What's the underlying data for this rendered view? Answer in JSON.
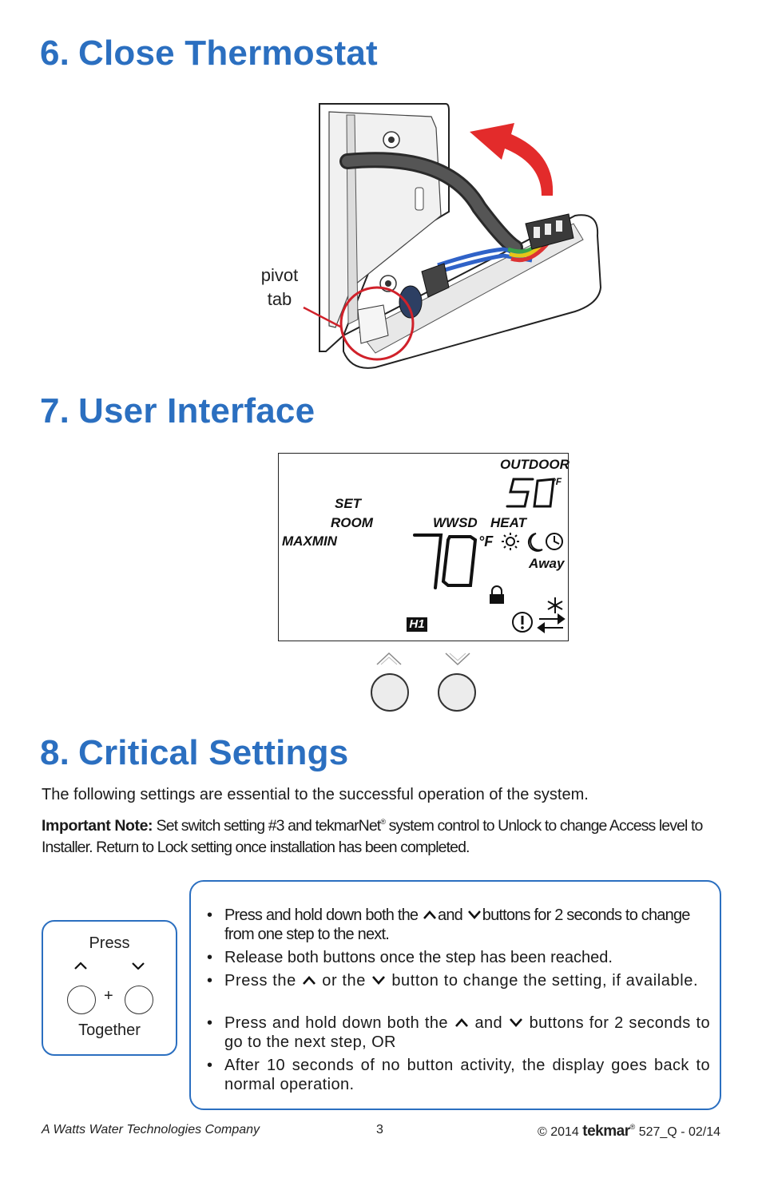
{
  "section6": {
    "number": "6.",
    "title": "Close Thermostat",
    "pivot_label_line1": "pivot",
    "pivot_label_line2": "tab"
  },
  "section7": {
    "number": "7.",
    "title": "User Interface"
  },
  "lcd": {
    "outdoor_label": "OUTDOOR",
    "outdoor_value": "50",
    "outdoor_unit": "°F",
    "set_label": "SET",
    "room_label": "ROOM",
    "maxmin_label": "MAXMIN",
    "wwsd_label": "WWSD",
    "heat_label": "HEAT",
    "room_value": "70",
    "room_unit": "°F",
    "away_label": "Away",
    "zone_label": "H1"
  },
  "section8": {
    "number": "8.",
    "title": "Critical Settings",
    "intro": "The following settings are essential to the successful operation of the system.",
    "note_label": "Important Note:",
    "note_text_a": " Set switch setting #3 and tekmarNet",
    "note_reg": "®",
    "note_text_b": " system control to Unlock to change Access level to Installer. Return to Lock setting once installation has been completed."
  },
  "press_box": {
    "top": "Press",
    "plus": "+",
    "bottom": "Together"
  },
  "steps": {
    "bullet": "•",
    "s1a": "Press and hold down both the",
    "s1b": "and",
    "s1c": "buttons for 2 seconds to change from one step to the next.",
    "s2": "Release both buttons once the step has been reached.",
    "s3a": "Press the",
    "s3b": "or the",
    "s3c": "button to change the setting, if available.",
    "s4a": "Press and hold down both the",
    "s4b": "and",
    "s4c": "buttons for 2 seconds to go to the next step, OR",
    "s5": "After 10 seconds of no button activity, the display goes back to normal operation."
  },
  "footer": {
    "company": "A Watts Water Technologies Company",
    "page": "3",
    "copyright": "© 2014",
    "brand": "tekmar",
    "brand_reg": "®",
    "doc": "527_Q - 02/14"
  },
  "colors": {
    "heading": "#2b6fc0",
    "box_border": "#2b6fc0",
    "arrow_red": "#e32b2b",
    "callout_red": "#d0212a"
  }
}
